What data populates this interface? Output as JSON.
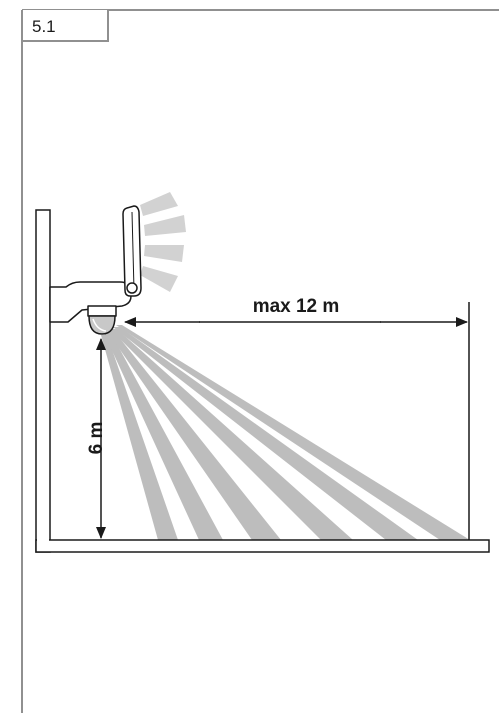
{
  "figure": {
    "label": "5.1"
  },
  "diagram": {
    "range_label": "max 12 m",
    "height_label": "6 m",
    "max_range_m": 12,
    "mount_height_m": 6
  },
  "colors": {
    "frame": "#909090",
    "beam": "#bdbdbd",
    "light_rays": "#d2d2d2",
    "outline": "#1a1a1a",
    "sensor_dome": "#c8c8c8"
  },
  "icons": {
    "device": "wall-light-with-motion-sensor",
    "arrow": "dimension-arrow"
  }
}
